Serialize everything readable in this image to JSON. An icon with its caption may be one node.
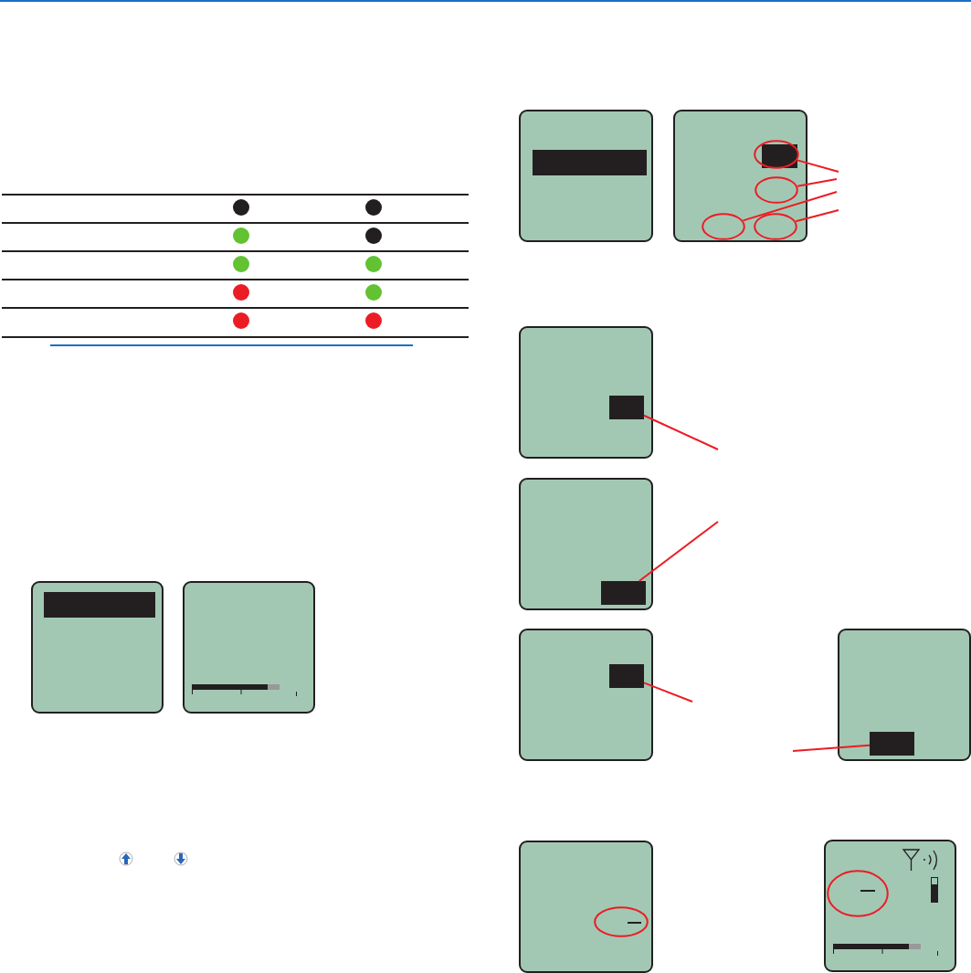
{
  "diagram": {
    "nodes": [
      {
        "text": [],
        "shape": "box"
      },
      {
        "text": [],
        "shape": "box"
      },
      {
        "text": [],
        "shape": "ellipse",
        "in": 1
      },
      {
        "text": [],
        "shape": "ellipse",
        "in": 1
      },
      {
        "text": [],
        "shape": "ellipse",
        "in": 1
      },
      {
        "text": [],
        "shape": "ellipse",
        "in": 1
      },
      {
        "text": [],
        "shape": "box"
      },
      {
        "text": [],
        "shape": "bar",
        "in": 6
      },
      {
        "text": [],
        "shape": "box"
      },
      {
        "text": [],
        "shape": "bar",
        "in": 8
      },
      {
        "text": [],
        "shape": "box"
      },
      {
        "text": [],
        "shape": "bar",
        "in": 10
      },
      {
        "text": [],
        "shape": "box"
      },
      {
        "text": [],
        "shape": "bar",
        "in": 12
      },
      {
        "text": [],
        "shape": "box"
      },
      {
        "text": [],
        "shape": "ellipse",
        "in": 14
      },
      {
        "text": [],
        "shape": "box"
      },
      {
        "text": [],
        "shape": "ellipse",
        "in": 16
      },
      {
        "text": [],
        "shape": "box"
      },
      {
        "text": [],
        "shape": "box"
      }
    ],
    "edges": [
      {
        "from": null,
        "to": 2,
        "arrow": "none"
      },
      {
        "from": null,
        "to": 3,
        "arrow": "none"
      },
      {
        "from": null,
        "to": 4,
        "arrow": "none"
      },
      {
        "from": null,
        "to": 5,
        "arrow": "none"
      },
      {
        "from": null,
        "to": 7,
        "arrow": "none"
      },
      {
        "from": null,
        "to": 9,
        "arrow": "none"
      },
      {
        "from": null,
        "to": 11,
        "arrow": "none"
      },
      {
        "from": null,
        "to": 13,
        "arrow": "none"
      }
    ]
  }
}
